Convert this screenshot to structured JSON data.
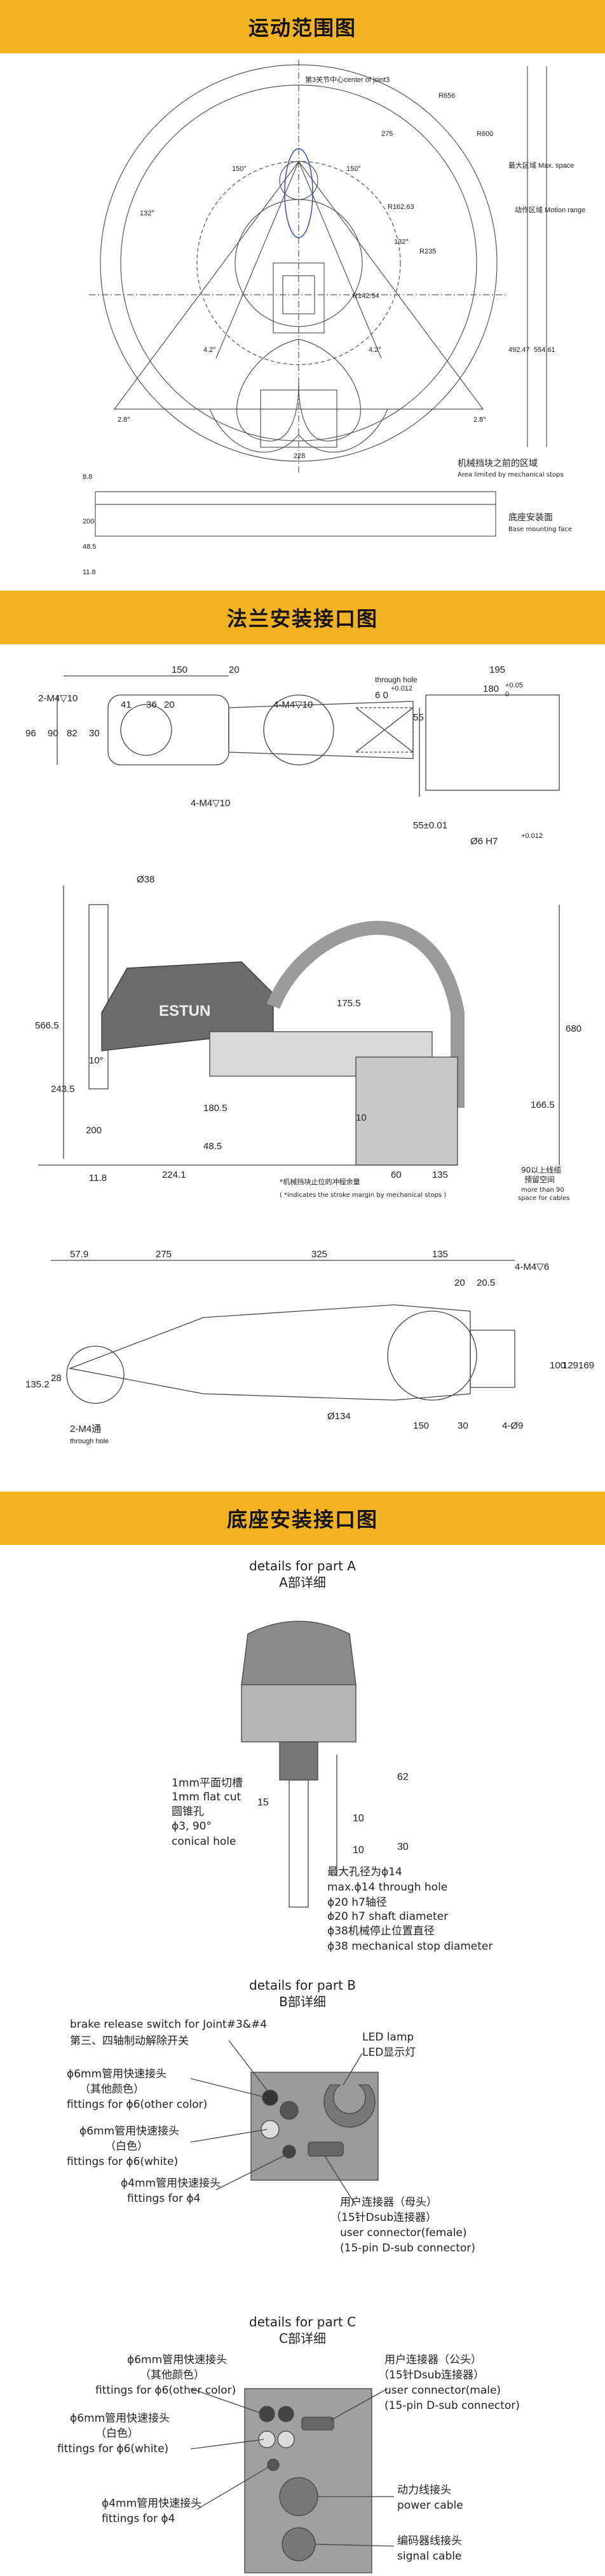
{
  "sections": {
    "motion": "运动范围图",
    "flange": "法兰安装接口图",
    "base": "底座安装接口图"
  },
  "motion": {
    "label_j3_center": "第3关节中心center of joint3",
    "label_max_space": "最大区域 Max. space",
    "label_motion_range": "动作区域 Motion range",
    "label_mech_stop_cn": "机械挡块之前的区域",
    "label_mech_stop_en": "Area limited by mechanical stops",
    "label_base_face_cn": "底座安装面",
    "label_base_face_en": "Base mounting face",
    "r_outer": "R656",
    "r_mid": "R600",
    "r_a": "R162.63",
    "r_b": "R142.54",
    "r_c": "R235",
    "a150l": "150°",
    "a150r": "150°",
    "a132l": "132°",
    "a132r": "132°",
    "a28l": "2.8°",
    "a28r": "2.8°",
    "a42l": "4.2°",
    "a42r": "4.2°",
    "d275": "275",
    "d4927": "492.47",
    "d5548": "554.61",
    "d228": "228",
    "d88": "8.8",
    "d200": "200",
    "d485": "48.5",
    "d118": "11.8"
  },
  "flange": {
    "d150": "150",
    "d20": "20",
    "m4_10a": "4-M4▽10",
    "m4_10b": "2-M4▽10",
    "d41": "41",
    "d36": "36",
    "d20b": "20",
    "d96": "96",
    "d90": "90",
    "d82": "82",
    "d30": "30",
    "m4_10c": "4-M4▽10",
    "through_hole": "through hole",
    "d6tol": "6  0",
    "tol_012": "+0.012",
    "d195": "195",
    "d180": "180",
    "tol_005": "+0.05",
    "tol_0": "0",
    "d55": "55",
    "d55tol": "55±0.01",
    "d6h7": "Ø6 H7",
    "d6h7tol": "+0.012",
    "d38": "Ø38",
    "d5665": "566.5",
    "d1755": "175.5",
    "d10": "10°",
    "d2435": "243.5",
    "d200": "200",
    "d1805": "180.5",
    "d485": "48.5",
    "d118": "11.8",
    "d2241": "224.1",
    "d680": "680",
    "d10b": "10",
    "d60": "60",
    "d135": "135",
    "d1665": "166.5",
    "d90_up": "90以上线缆",
    "reserved": "预留空间",
    "more90": "more than 90",
    "space_cables": "space for cables",
    "note_cn": "*机械挡块止位的冲程余量",
    "note_en": "( *indicates the stroke margin by mechanical stops )",
    "brand": "ESTUN",
    "d579": "57.9",
    "d275": "275",
    "d325": "325",
    "d135b": "135",
    "m4_6": "4-M4▽6",
    "d20c": "20",
    "d205": "20.5",
    "d1352": "135.2",
    "d28": "28",
    "d134": "Ø134",
    "d150b": "150",
    "d30b": "30",
    "d100": "100",
    "d129": "129",
    "d169": "169",
    "m4through": "2-M4通",
    "through_hole2": "through hole",
    "d4phi9": "4-Ø9"
  },
  "partA": {
    "title_en": "details for part A",
    "title_cn": "A部详细",
    "flatcut_cn": "1mm平面切槽",
    "flatcut_en": "1mm flat cut",
    "cone_cn": "圆锥孔",
    "cone_dim": "ϕ3, 90°",
    "cone_en": "conical hole",
    "d15": "15",
    "d10a": "10",
    "d10b": "10",
    "d30": "30",
    "d62": "62",
    "maxhole_cn": "最大孔径为ϕ14",
    "maxhole_en": "max.ϕ14 through hole",
    "shaft_cn": "ϕ20 h7轴径",
    "shaft_en": "ϕ20 h7 shaft diameter",
    "stop_cn": "ϕ38机械停止位置直径",
    "stop_en": "ϕ38 mechanical stop diameter"
  },
  "partB": {
    "title_en": "details for part B",
    "title_cn": "B部详细",
    "brake_en": "brake release switch for Joint#3&#4",
    "brake_cn": "第三、四轴制动解除开关",
    "led_en": "LED lamp",
    "led_cn": "LED显示灯",
    "f6o_cn": "ϕ6mm管用快速接头",
    "f6o_cn2": "（其他颜色）",
    "f6o_en": "fittings for ϕ6(other color)",
    "f6w_cn": "ϕ6mm管用快速接头",
    "f6w_cn2": "（白色）",
    "f6w_en": "fittings for ϕ6(white)",
    "f4_cn": "ϕ4mm管用快速接头",
    "f4_en": "fittings for ϕ4",
    "uc_cn": "用户连接器（母头）",
    "uc_cn2": "（15针Dsub连接器）",
    "uc_en": "user connector(female)",
    "uc_en2": "(15-pin D-sub connector)"
  },
  "partC": {
    "title_en": "details for part C",
    "title_cn": "C部详细",
    "f6o_cn": "ϕ6mm管用快速接头",
    "f6o_cn2": "（其他颜色）",
    "f6o_en": "fittings for ϕ6(other color)",
    "f6w_cn": "ϕ6mm管用快速接头",
    "f6w_cn2": "（白色）",
    "f6w_en": "fittings for ϕ6(white)",
    "f4_cn": "ϕ4mm管用快速接头",
    "f4_en": "fittings for ϕ4",
    "uc_cn": "用户连接器（公头）",
    "uc_cn2": "（15针Dsub连接器）",
    "uc_en": "user connector(male)",
    "uc_en2": "(15-pin D-sub connector)",
    "pw_cn": "动力线接头",
    "pw_en": "power cable",
    "sg_cn": "编码器线接头",
    "sg_en": "signal cable"
  }
}
